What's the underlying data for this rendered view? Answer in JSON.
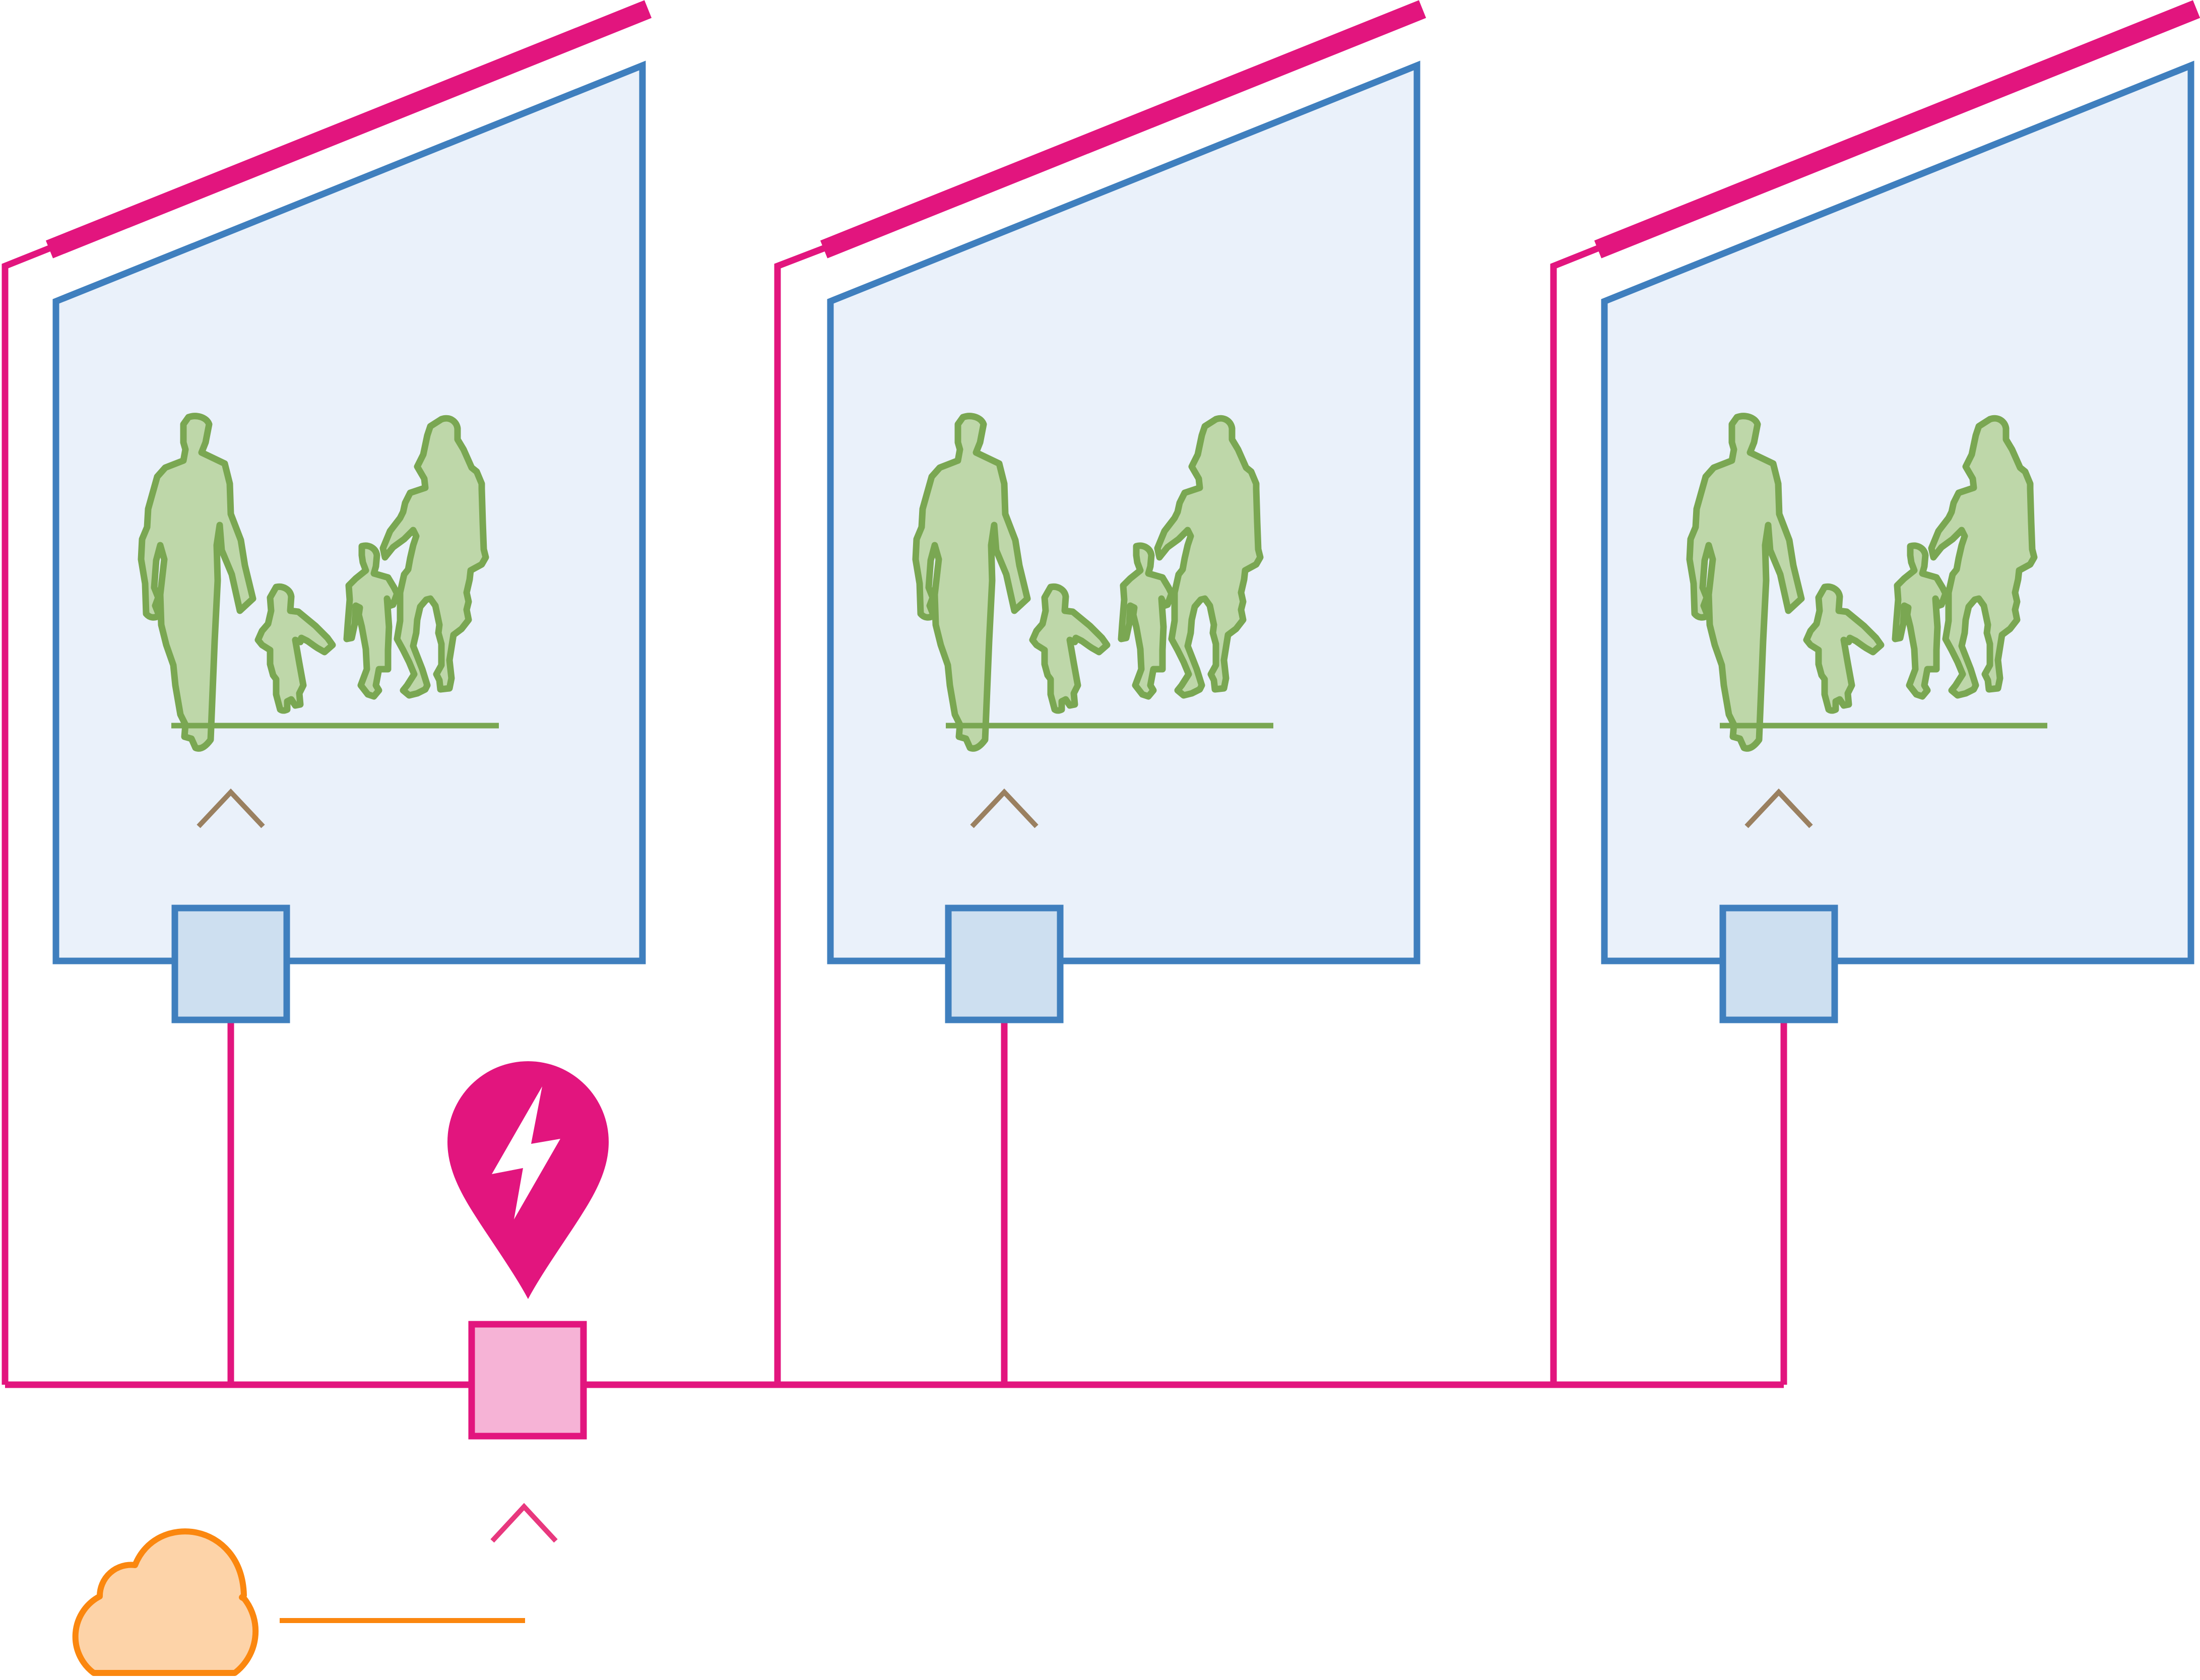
{
  "diagram": {
    "colors": {
      "grid_line": "#E2157E",
      "solar_panel": "#E2157E",
      "building_stroke": "#3F7FBE",
      "building_fill": "#EAF1FA",
      "meter_fill": "#CDDFF0",
      "inverter_fill": "#F6B3D6",
      "family_fill": "#BED7A9",
      "family_stroke": "#7AA752",
      "cloud_fill": "#FDD3A8",
      "cloud_stroke": "#FB870F",
      "arrow_grid_to_home": "#9A7862",
      "arrow_cloud_to_grid": "#EE5F70"
    },
    "icons": {
      "energy_marker": "lightning-location-pin-icon",
      "household": "family-silhouette-icon",
      "external_source": "cloud-icon",
      "flow": "arrow-up-icon"
    },
    "buildings": [
      {
        "id": "building-1",
        "occupants": "family"
      },
      {
        "id": "building-2",
        "occupants": "family"
      },
      {
        "id": "building-3",
        "occupants": "family"
      }
    ]
  }
}
